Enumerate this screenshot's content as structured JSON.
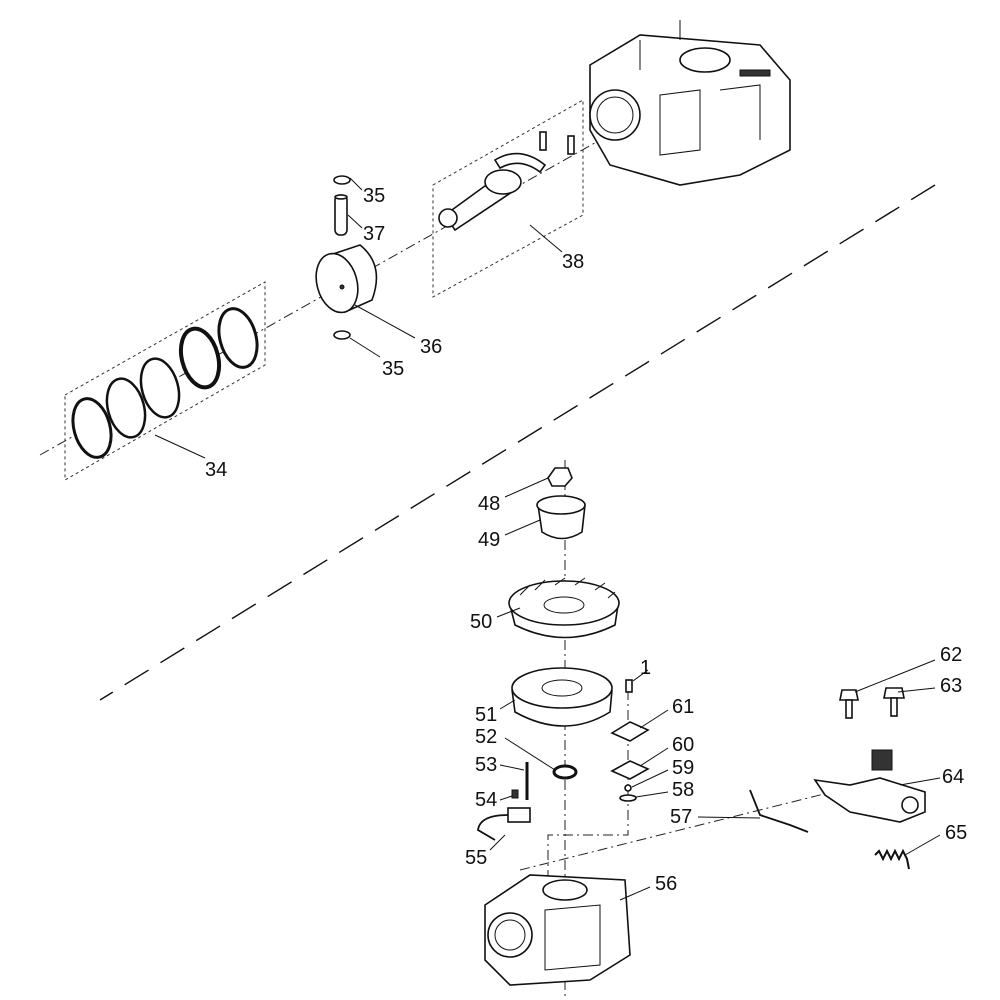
{
  "title": "Engine exploded parts diagram",
  "callouts": {
    "c35a": "35",
    "c37": "37",
    "c38": "38",
    "c36": "36",
    "c35b": "35",
    "c34": "34",
    "c48": "48",
    "c49": "49",
    "c50": "50",
    "c1": "1",
    "c51": "51",
    "c61": "61",
    "c52": "52",
    "c60": "60",
    "c53": "53",
    "c59": "59",
    "c58": "58",
    "c54": "54",
    "c57": "57",
    "c55": "55",
    "c56": "56",
    "c62": "62",
    "c63": "63",
    "c64": "64",
    "c65": "65"
  }
}
